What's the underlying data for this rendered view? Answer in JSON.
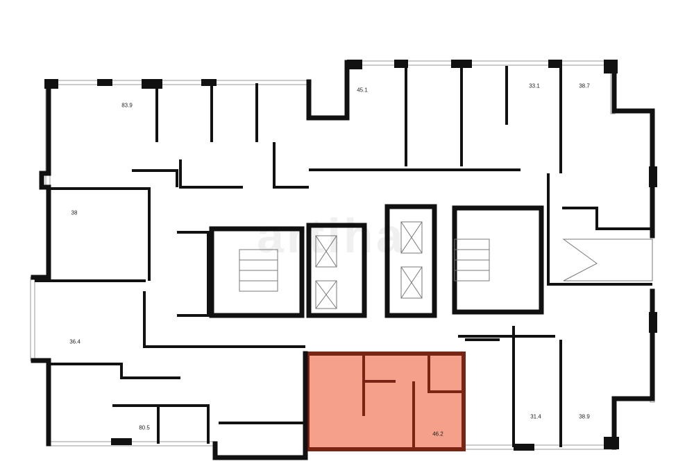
{
  "plan": {
    "highlight_color": "#f4a08a",
    "highlight_wall_color": "#7a2414",
    "wall_color": "#111111",
    "watermark": "artiha",
    "apartments": [
      {
        "id": "a1",
        "area": "83.9"
      },
      {
        "id": "a2",
        "area": "45.1"
      },
      {
        "id": "a3",
        "area": "33.1"
      },
      {
        "id": "a4",
        "area": "38.7"
      },
      {
        "id": "a5",
        "area": "38"
      },
      {
        "id": "a6",
        "area": "36.4"
      },
      {
        "id": "a7",
        "area": "80.5"
      },
      {
        "id": "a8",
        "area": "46.2",
        "selected": true
      },
      {
        "id": "a9",
        "area": "31.4"
      },
      {
        "id": "a10",
        "area": "38.9"
      }
    ]
  }
}
